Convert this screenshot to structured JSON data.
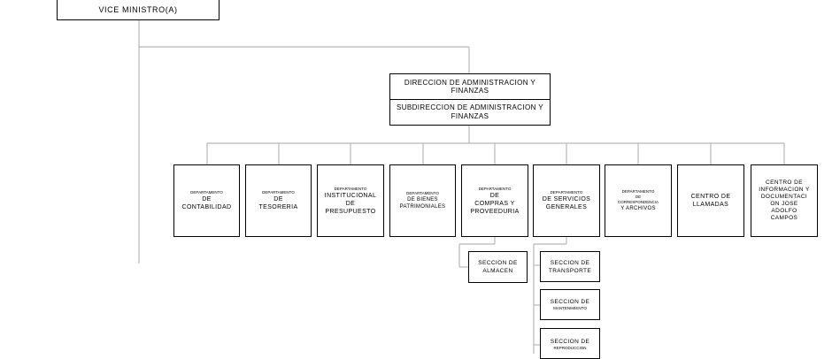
{
  "vice_ministro": {
    "label": "VICE MINISTRO(A)"
  },
  "direccion": {
    "title": "DIRECCION DE ADMINISTRACION Y FINANZAS",
    "sub": "SUBDIRECCION DE ADMINISTRACION Y FINANZAS"
  },
  "departments": [
    {
      "small": "DEPARTAMENTO",
      "label": "DE\nCONTABILIDAD"
    },
    {
      "small": "DEPARTAMENTO",
      "label": "DE\nTESORERIA"
    },
    {
      "small": "DEPARTAMENTO",
      "label": "INSTITUCIONAL\nDE\nPRESUPUESTO"
    },
    {
      "small": "DEPARTAMENTO",
      "label": "DE BIENES\nPATRIMONIALES"
    },
    {
      "small": "DEPARTAMENTO",
      "label": "DE\nCOMPRAS Y\nPROVEEDURIA"
    },
    {
      "small": "DEPARTAMENTO",
      "label": "DE SERVICIOS\nGENERALES"
    },
    {
      "small": "DEPARTAMENTO\nDE\nCORRESPONDENCIA",
      "label": "Y ARCHIVOS"
    },
    {
      "small": "",
      "label": "CENTRO DE\nLLAMADAS"
    },
    {
      "small": "",
      "label": "CENTRO DE\nINFORMACION Y\nDOCUMENTACI\nON JOSE\nADOLFO\nCAMPOS"
    }
  ],
  "secciones": {
    "almacen": {
      "label": "SECCION DE\nALMACEN"
    },
    "transporte": {
      "label": "SECCION DE\nTRANSPORTE"
    },
    "mantenimiento": {
      "label": "SECCION DE",
      "small": "MANTENIMIENTO"
    },
    "reproduccion": {
      "label": "SECCION DE",
      "small": "REPRODUCCION"
    }
  },
  "colors": {
    "line": "#b8b8b8",
    "border": "#000000"
  }
}
